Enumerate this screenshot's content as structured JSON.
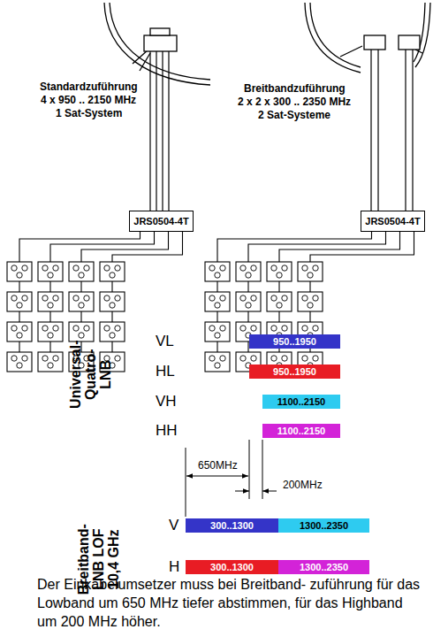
{
  "diagram": {
    "caption": "Der Einkabelumsetzer muss bei Breitband- zuführung für das Lowband um 650 MHz tiefer abstimmen, für das Highband um 200 MHz höher.",
    "nodes": [
      {
        "text": [
          "JRS0504-4T"
        ]
      },
      {
        "text": [
          "JRS0504-4T"
        ]
      },
      {
        "text": [
          "950..1950"
        ]
      },
      {
        "text": [
          "950..1950"
        ]
      },
      {
        "text": [
          "1100..2150"
        ]
      },
      {
        "text": [
          "1100..2150"
        ]
      },
      {
        "text": [
          "300..1300"
        ]
      },
      {
        "text": [
          "1300..2350"
        ]
      },
      {
        "text": [
          "300..1300"
        ]
      },
      {
        "text": [
          "1300..2350"
        ]
      }
    ],
    "labels": [
      "Standardzuführung",
      "4 x 950 .. 2150 MHz",
      "1 Sat-System",
      "Breitbandzuführung",
      "2 x 2 x 300 .. 2350 MHz",
      "2 Sat-Systeme",
      "Universal- Quatro- LNB",
      "VL",
      "HL",
      "VH",
      "HH",
      "650MHz",
      "200MHz",
      "Breitband- LNB LOF 10,4 GHz",
      "V",
      "H"
    ]
  }
}
